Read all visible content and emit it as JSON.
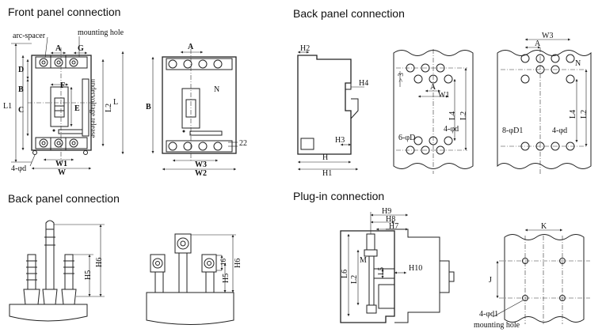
{
  "titles": {
    "front": "Front panel connection",
    "back_top": "Back panel connection",
    "back_bottom": "Back panel connection",
    "plugin": "Plug-in connection"
  },
  "front": {
    "arc_spacer": "arc-spacer",
    "mounting_hole": "mounting hole",
    "undervoltage": "undervoltage release",
    "A": "A",
    "G": "G",
    "D": "D",
    "B": "B",
    "C": "C",
    "F": "F",
    "E": "E",
    "L1": "L1",
    "L2": "L2",
    "L": "L",
    "W1": "W1",
    "W": "W",
    "hole": "4-φd"
  },
  "front2": {
    "A": "A",
    "B": "B",
    "N": "N",
    "W3": "W3",
    "W2": "W2",
    "v22": "22"
  },
  "side": {
    "H2": "H2",
    "H4": "H4",
    "H3": "H3",
    "H": "H",
    "H1": "H1"
  },
  "backhole1": {
    "v3": "> 3",
    "A": "A",
    "W1": "W1",
    "L4": "L4",
    "L2": "L2",
    "hD": "6-φD",
    "hd": "4-φd"
  },
  "backhole2": {
    "W3": "W3",
    "A": "A",
    "N": "N",
    "L4": "L4",
    "L2": "L2",
    "hD1": "8-φD1",
    "hd": "4-φd"
  },
  "studs": {
    "H5": "H5",
    "H6": "H6"
  },
  "lugs": {
    "v16": "16",
    "H5": "H5",
    "H6": "H6"
  },
  "plugin": {
    "H9": "H9",
    "H8": "H8",
    "H7": "H7",
    "M": "M",
    "L6": "L6",
    "L2": "L2",
    "L5": "L5",
    "H10": "H10"
  },
  "plugin_holes": {
    "K": "K",
    "J": "J",
    "hole": "4-φd1",
    "mounting_hole": "mounting hole"
  }
}
